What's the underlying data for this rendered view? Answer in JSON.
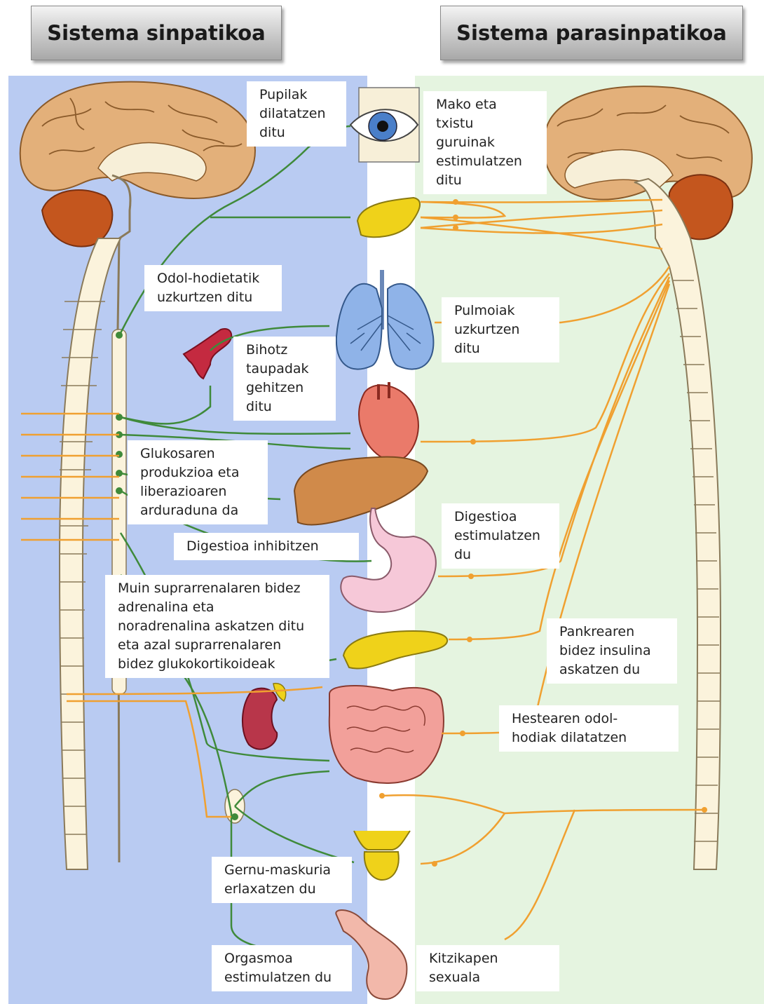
{
  "headers": {
    "left": "Sistema sinpatikoa",
    "right": "Sistema parasinpatikoa"
  },
  "sympathetic_labels": {
    "pupils": "Pupilak\ndilatatzen\nditu",
    "vessels": "Odol-hodietatik\nuzkurtzen ditu",
    "heart": "Bihotz\ntaupadak\ngehitzen\nditu",
    "glucose": "Glukosaren\nprodukzioa eta\nliberazioaren\narduraduna da",
    "digestion": "Digestioa inhibitzen",
    "adrenal": "Muin suprarrenalaren bidez\nadrenalina eta\nnoradrenalina askatzen ditu\neta azal suprarrenalaren\nbidez glukokortikoideak",
    "bladder": "Gernu-maskuria\nerlaxatzen du",
    "orgasm": "Orgasmoa\nestimulatzen du"
  },
  "parasympathetic_labels": {
    "saliva": "Mako eta\ntxistu\nguruinak\nestimulatzen\nditu",
    "lungs": "Pulmoiak\nuzkurtzen\nditu",
    "digestion": "Digestioa\nestimulatzen\ndu",
    "pancreas": "Pankrearen\nbidez insulina\naskatzen du",
    "intestine": "Hestearen odol-\nhodiak dilatatzen",
    "sexual": "Kitzikapen\nsexuala"
  },
  "colors": {
    "sympathetic_bg": "#b9cbf2",
    "parasympathetic_bg": "#e5f4e0",
    "sympathetic_nerve": "#3f8a3a",
    "parasympathetic_nerve": "#f0a030",
    "brain": "#e3b07a",
    "cerebellum": "#c4561e",
    "spine": "#fbf3dc"
  }
}
